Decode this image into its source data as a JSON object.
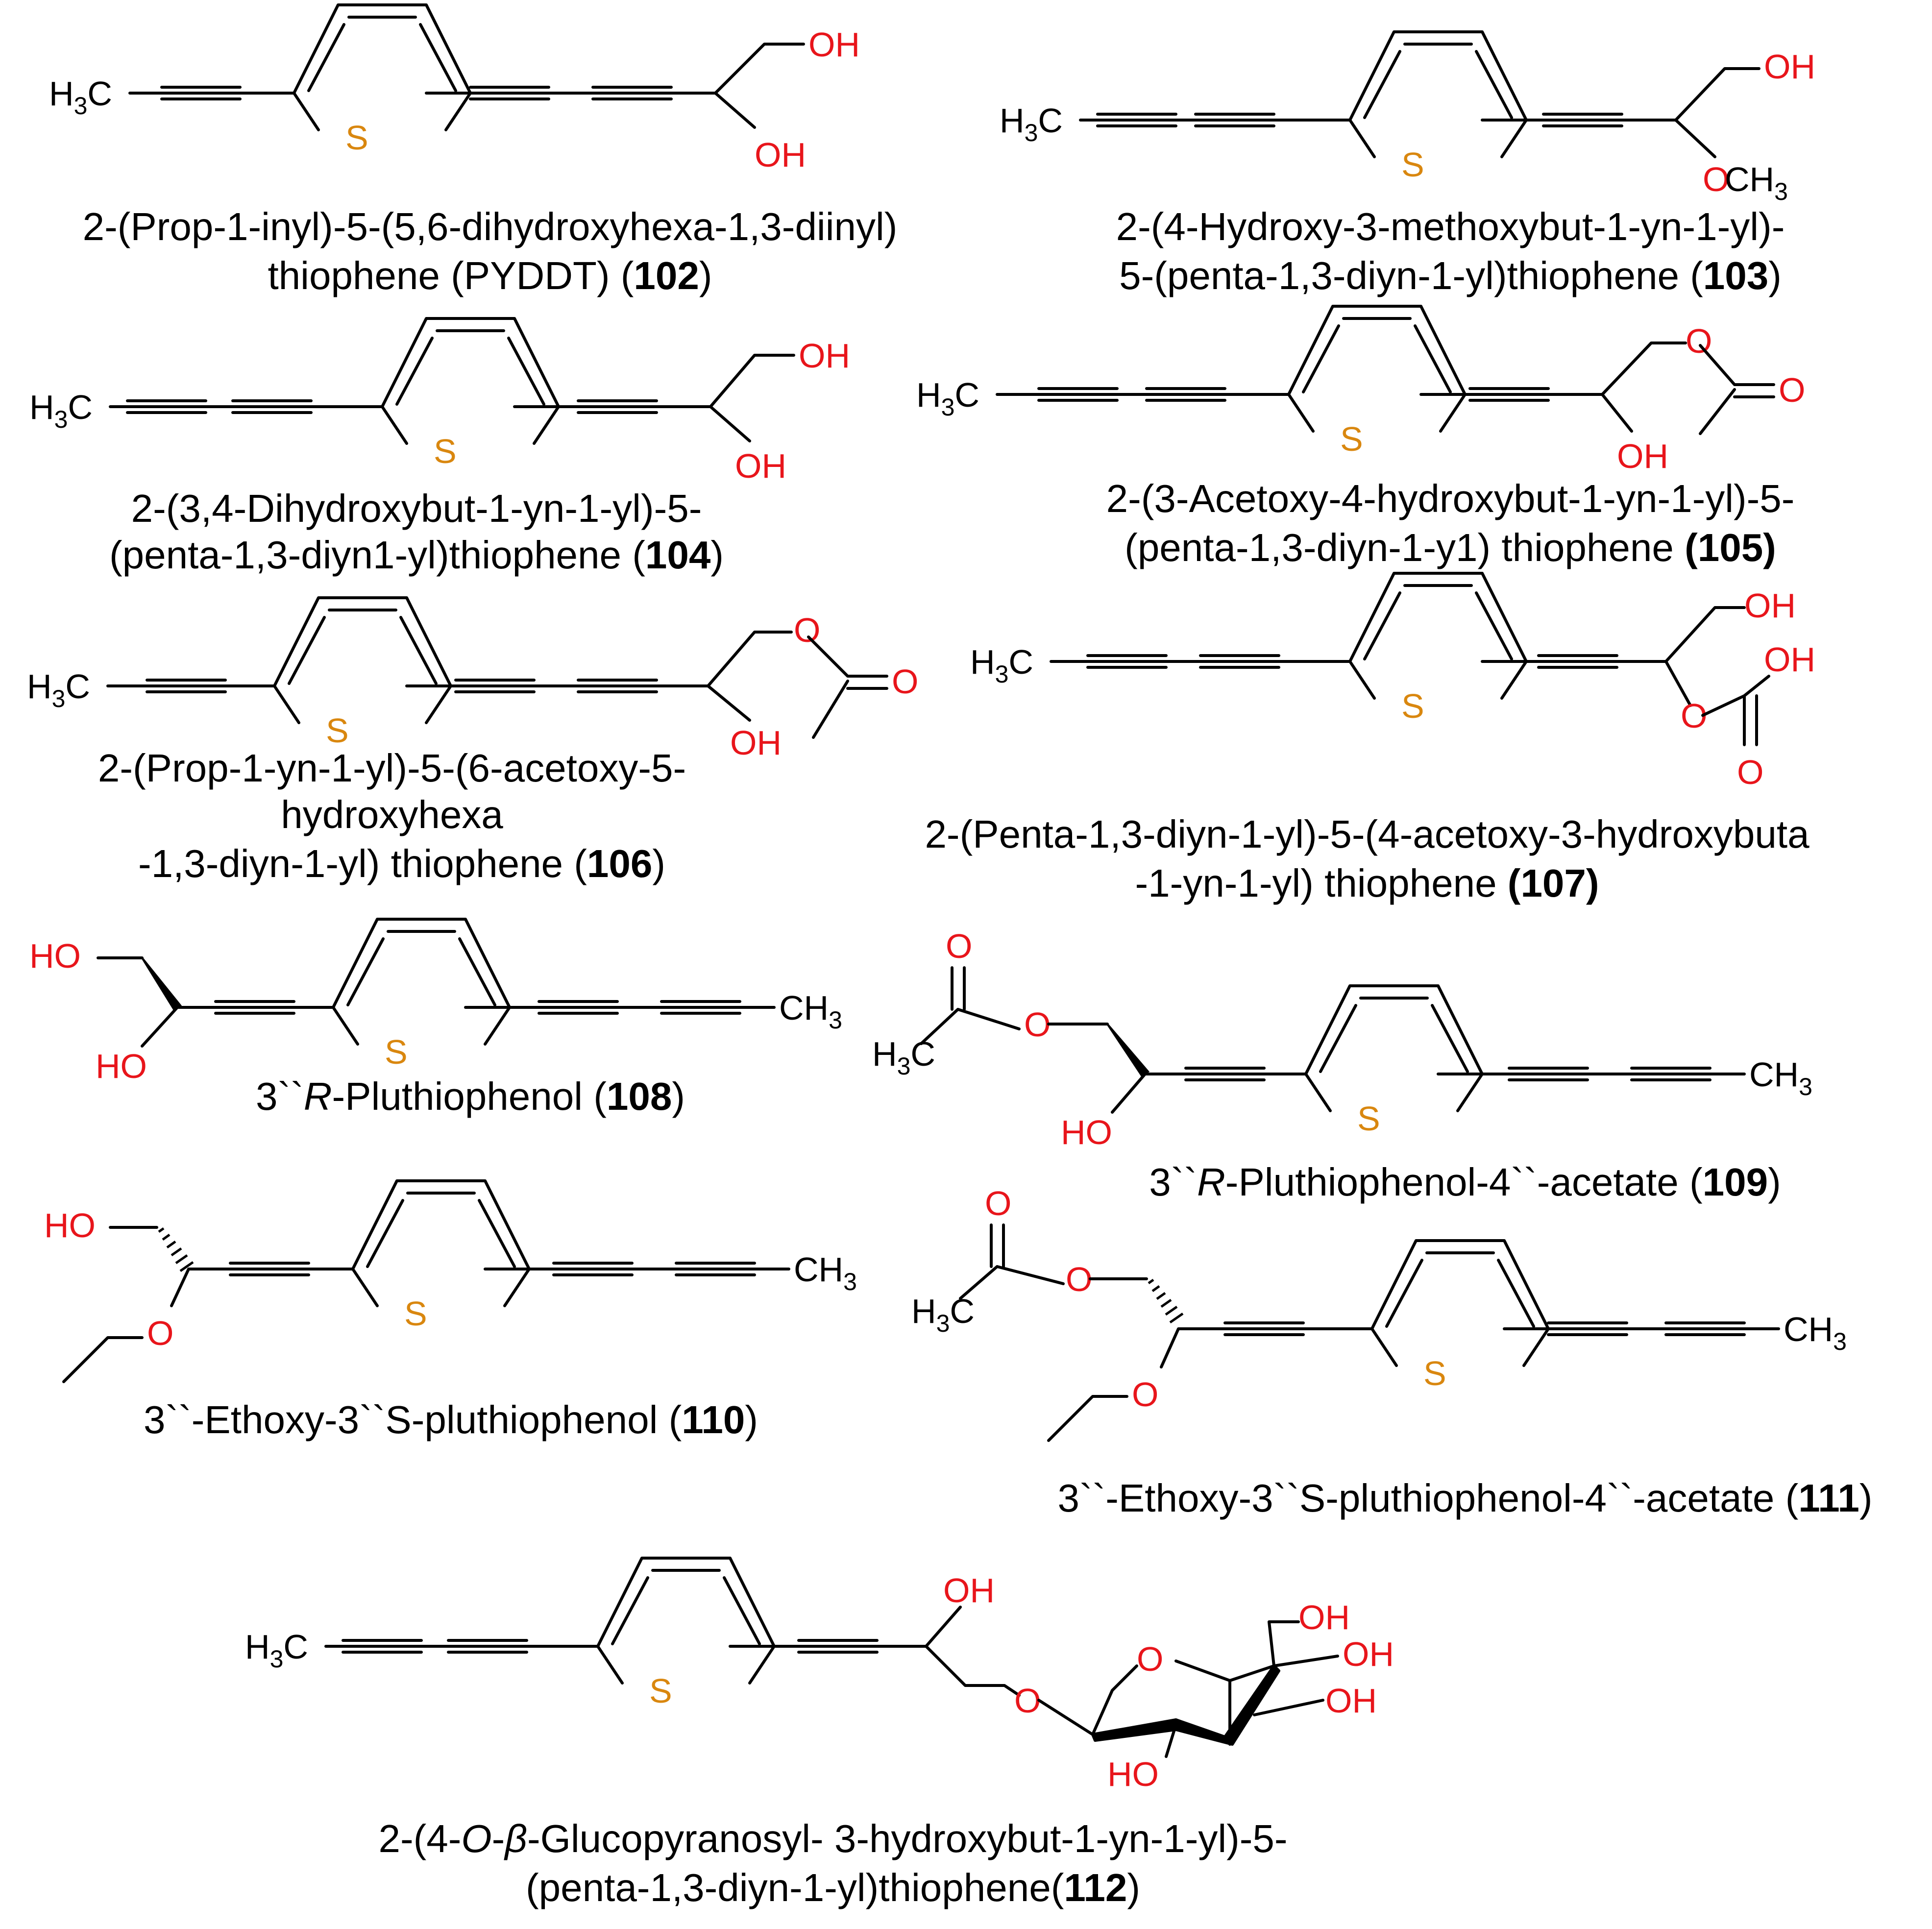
{
  "colors": {
    "bond": "#000000",
    "oxygen_text": "#e8151b",
    "sulfur_text": "#d9870f",
    "caption": "#000000"
  },
  "atoms": {
    "methyl": "H3C",
    "methyl_right": "CH3",
    "hydroxyl": "OH",
    "hydroxyl_left": "HO",
    "oxygen": "O",
    "sulfur": "S",
    "methoxy": "OCH3"
  },
  "compounds": [
    {
      "number": "102",
      "caption_lines": [
        {
          "text": "2-(Prop-1-inyl)-5-(5,6-dihydroxyhexa-1,3-diinyl)"
        },
        {
          "pre": "thiophene (PYDDT) (",
          "bold": "102",
          "post": ")"
        }
      ]
    },
    {
      "number": "103",
      "caption_lines": [
        {
          "text": "2-(4-Hydroxy-3-methoxybut-1-yn-1-yl)-"
        },
        {
          "pre": "5-(penta-1,3-diyn-1-yl)thiophene (",
          "bold": "103",
          "post": ")"
        }
      ]
    },
    {
      "number": "104",
      "caption_lines": [
        {
          "text": "2-(3,4-Dihydroxybut-1-yn-1-yl)-5-"
        },
        {
          "pre": "(penta-1,3-diyn1-yl)thiophene (",
          "bold": "104",
          "post": ")"
        }
      ]
    },
    {
      "number": "105",
      "caption_lines": [
        {
          "text": "2-(3-Acetoxy-4-hydroxybut-1-yn-1-yl)-5-"
        },
        {
          "pre": "(penta-1,3-diyn-1-y1) thiophene ",
          "bold": "(105)",
          "post": ""
        }
      ]
    },
    {
      "number": "106",
      "caption_lines": [
        {
          "text": "2-(Prop-1-yn-1-yl)-5-(6-acetoxy-5-"
        },
        {
          "text": "hydroxyhexa"
        },
        {
          "pre": "-1,3-diyn-1-yl) thiophene (",
          "bold": "106",
          "post": ")"
        }
      ]
    },
    {
      "number": "107",
      "caption_lines": [
        {
          "text": "2-(Penta-1,3-diyn-1-yl)-5-(4-acetoxy-3-hydroxybuta"
        },
        {
          "pre": "-1-yn-1-yl) thiophene  ",
          "bold": "(107)",
          "post": ""
        }
      ]
    },
    {
      "number": "108",
      "caption_lines": [
        {
          "pre": "3``",
          "italic": "R",
          "post": "-Pluthiophenol (",
          "bold": "108",
          "end": ")"
        }
      ]
    },
    {
      "number": "109",
      "caption_lines": [
        {
          "pre": "3``",
          "italic": "R",
          "post": "-Pluthiophenol-4``-acetate (",
          "bold": "109",
          "end": ")"
        }
      ]
    },
    {
      "number": "110",
      "caption_lines": [
        {
          "pre": "3``-Ethoxy-3``S-pluthiophenol (",
          "bold": "110",
          "post": ")"
        }
      ]
    },
    {
      "number": "111",
      "caption_lines": [
        {
          "pre": "3``-Ethoxy-3``S-pluthiophenol-4``-acetate (",
          "bold": "111",
          "post": ")"
        }
      ]
    },
    {
      "number": "112",
      "caption_lines": [
        {
          "pre": "2-(4-",
          "italic": "O",
          "post": "-",
          "greek": "β",
          "rest": "-Glucopyranosyl- 3-hydroxybut-1-yn-1-yl)-5-"
        },
        {
          "pre": "(penta-1,3-diyn-1-yl)thiophene(",
          "bold": "112",
          "post": ")"
        }
      ]
    }
  ]
}
